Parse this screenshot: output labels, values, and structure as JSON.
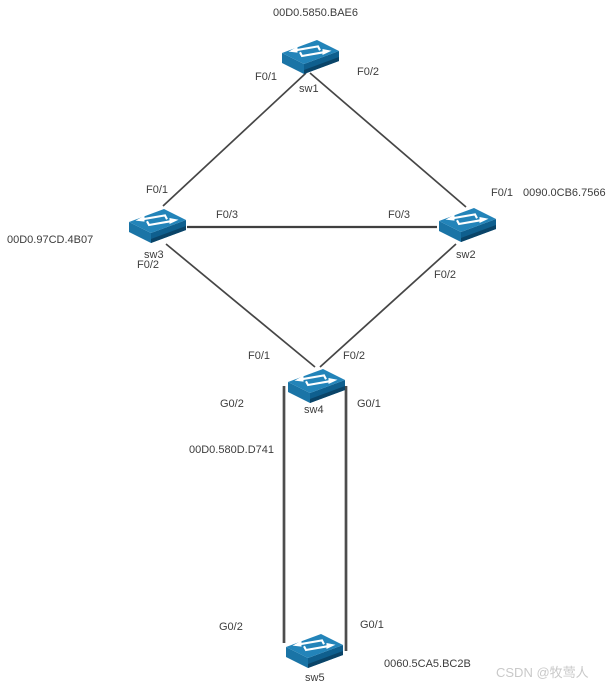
{
  "diagram": {
    "device_type": "switch",
    "nodes": {
      "sw1": {
        "name": "sw1",
        "mac": "00D0.5850.BAE6"
      },
      "sw2": {
        "name": "sw2",
        "mac": "0090.0CB6.7566"
      },
      "sw3": {
        "name": "sw3",
        "mac": "00D0.97CD.4B07"
      },
      "sw4": {
        "name": "sw4",
        "mac": "00D0.580D.D741"
      },
      "sw5": {
        "name": "sw5",
        "mac": "0060.5CA5.BC2B"
      }
    },
    "links": [
      {
        "from": "sw1",
        "from_port": "F0/1",
        "to": "sw3",
        "to_port": "F0/1"
      },
      {
        "from": "sw1",
        "from_port": "F0/2",
        "to": "sw2",
        "to_port": "F0/1"
      },
      {
        "from": "sw3",
        "from_port": "F0/3",
        "to": "sw2",
        "to_port": "F0/3"
      },
      {
        "from": "sw3",
        "from_port": "F0/2",
        "to": "sw4",
        "to_port": "F0/1"
      },
      {
        "from": "sw2",
        "from_port": "F0/2",
        "to": "sw4",
        "to_port": "F0/2"
      },
      {
        "from": "sw4",
        "from_port": "G0/2",
        "to": "sw5",
        "to_port": "G0/2"
      },
      {
        "from": "sw4",
        "from_port": "G0/1",
        "to": "sw5",
        "to_port": "G0/1"
      }
    ]
  },
  "watermark": "CSDN @牧莺人",
  "colors": {
    "switch_top": "#2384b9",
    "switch_front_left": "#1a74a6",
    "switch_front_right": "#0f5f8e",
    "switch_arrow": "#ffffff",
    "link_line": "#464646",
    "label_text": "#3d3d3d",
    "watermark_text": "#c9c9c9",
    "background": "#ffffff"
  }
}
